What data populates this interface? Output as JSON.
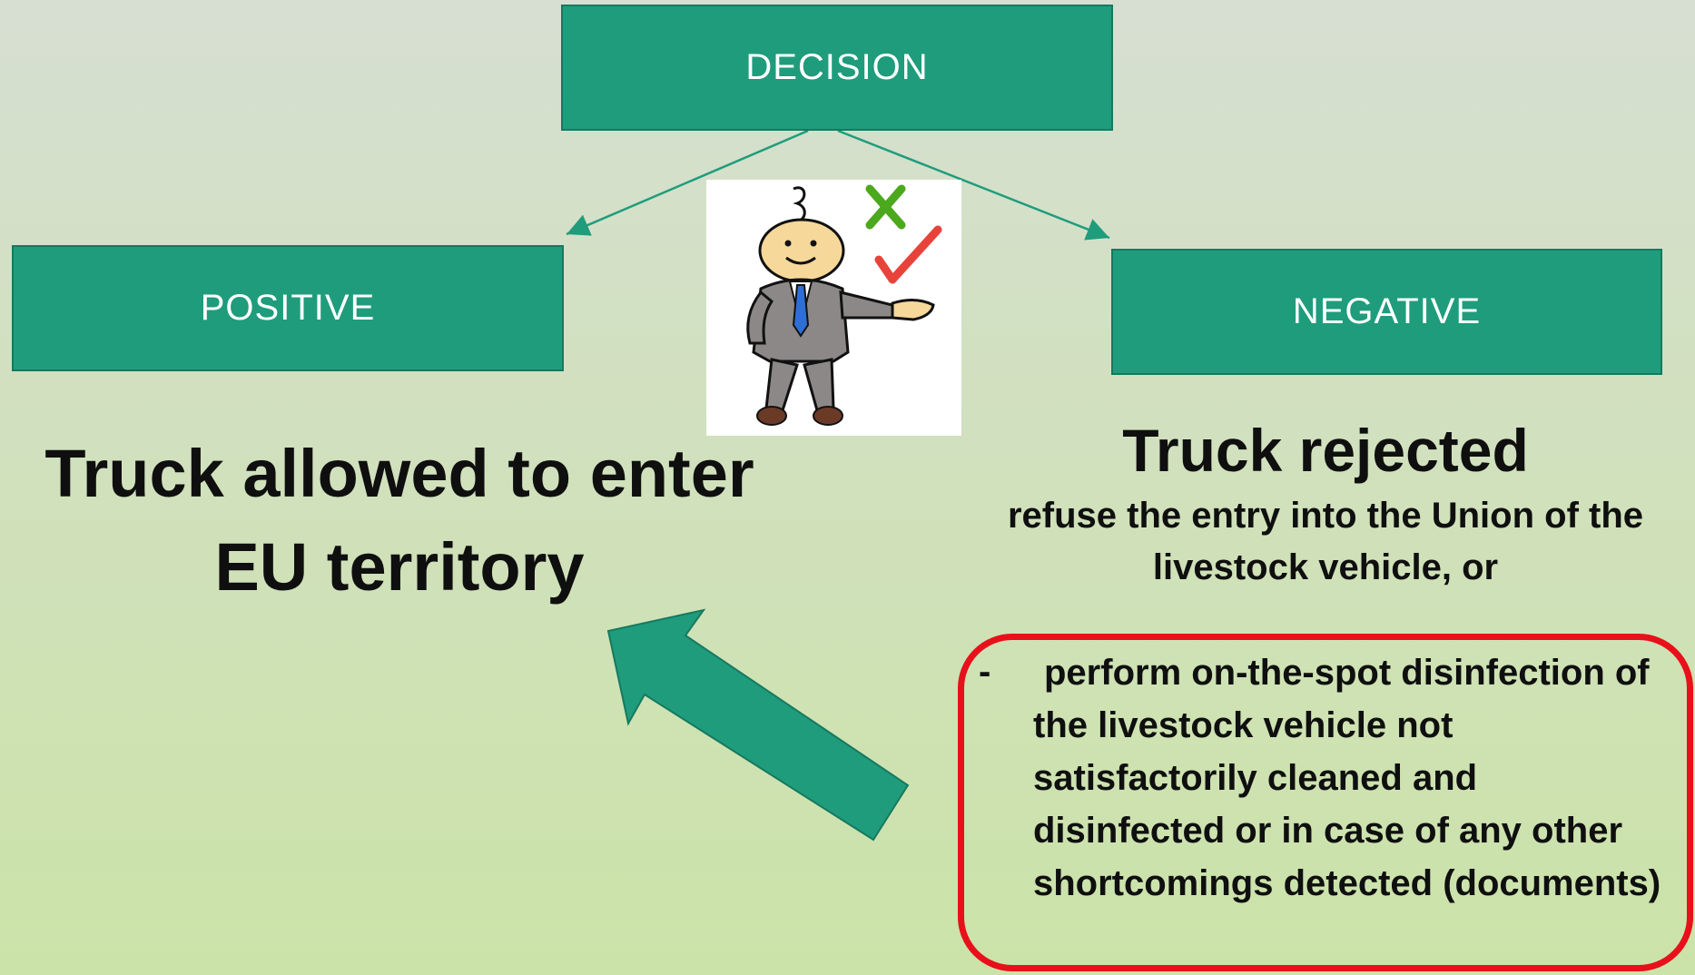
{
  "decision": {
    "label": "DECISION"
  },
  "positive": {
    "label": "POSITIVE",
    "result": "Truck allowed to enter EU territory"
  },
  "negative": {
    "label": "NEGATIVE",
    "title": "Truck rejected",
    "subtitle": "refuse the entry into the Union of the livestock vehicle, or",
    "option_bullet": "-",
    "option_text": "perform on-the-spot disinfection of the livestock vehicle not satisfactorily cleaned and disinfected or in case of any other shortcomings detected (documents)"
  },
  "colors": {
    "box_fill": "#1f9c7c",
    "highlight_border": "#e8101a",
    "check": "#e8433a",
    "cross": "#4ca81c"
  },
  "icons": {
    "decision_maker": "decision-maker-illustration",
    "big_arrow": "arrow-up-left"
  }
}
